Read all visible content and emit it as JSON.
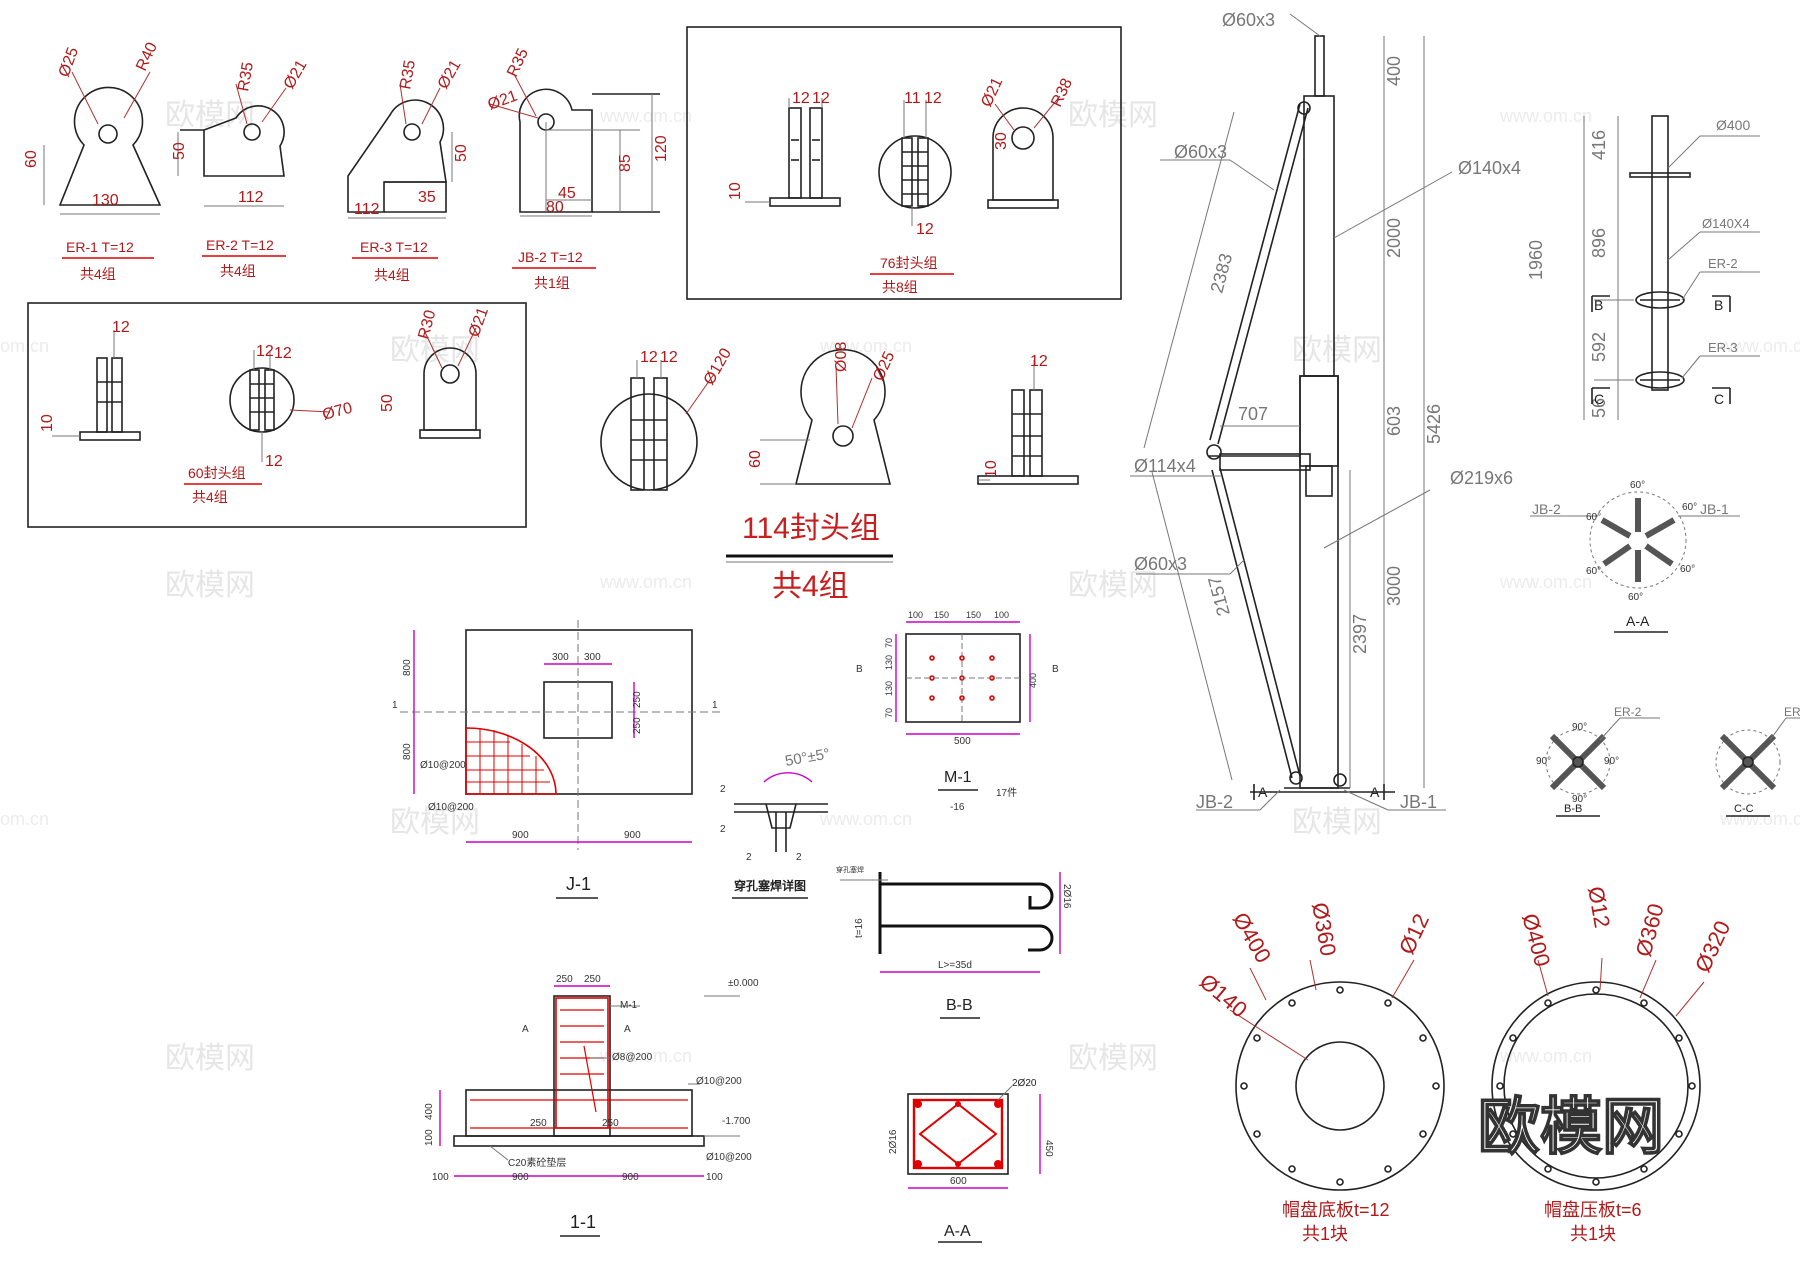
{
  "watermark": {
    "logo": "欧模网",
    "url": "www.om.cn",
    "url_partial": "om.cn",
    "big_logo": "欧模网"
  },
  "lugs": {
    "er1": {
      "d": "Ø25",
      "r": "R40",
      "h": "60",
      "w": "130",
      "title": "ER-1  T=12",
      "qty": "共4组"
    },
    "er2": {
      "r": "R35",
      "d": "Ø21",
      "h": "50",
      "w": "112",
      "title": "ER-2  T=12",
      "qty": "共4组"
    },
    "er3": {
      "r": "R35",
      "d": "Ø21",
      "h": "50",
      "w": "112",
      "w2": "35",
      "title": "ER-3  T=12",
      "qty": "共4组"
    },
    "jb2": {
      "r": "R35",
      "d": "Ø21",
      "h1": "85",
      "h2": "120",
      "w1": "45",
      "w2": "80",
      "title": "JB-2  T=12",
      "qty": "共1组"
    }
  },
  "cap76": {
    "d1": "12",
    "d2": "12",
    "d3": "11",
    "d4": "12",
    "d5": "12",
    "base": "10",
    "phi": "Ø21",
    "r": "R38",
    "h": "30",
    "title": "76封头组",
    "qty": "共8组"
  },
  "cap60": {
    "t1": "12",
    "base": "10",
    "t2": "12",
    "t3": "12",
    "circ": "Ø70",
    "bot": "12",
    "r": "R30",
    "phi": "Ø21",
    "h": "50",
    "title": "60封头组",
    "qty": "共4组"
  },
  "cap114": {
    "d1": "12",
    "d2": "12",
    "circ": "Ø120",
    "top": "Ø08",
    "phi": "Ø25",
    "h": "60",
    "t": "12",
    "base": "10",
    "title": "114封头组",
    "qty": "共4组"
  },
  "pole": {
    "top_pipe": "Ø60x3",
    "dims": [
      "400",
      "2000",
      "5426",
      "603",
      "3000",
      "2397"
    ],
    "brace_upper": "2383",
    "brace_lower": "2157",
    "arm": "707",
    "labels": {
      "b1": "Ø60x3",
      "p1": "Ø140x4",
      "p2": "Ø114x4",
      "p3": "Ø219x6",
      "b2": "Ø60x3"
    },
    "sec": "A",
    "jb2": "JB-2",
    "jb1": "JB-1"
  },
  "mast": {
    "plate": "Ø400",
    "pipe": "Ø140X4",
    "er2": "ER-2",
    "er3": "ER-3",
    "dims": [
      "416",
      "896",
      "592",
      "56"
    ],
    "total": "1960",
    "secB": "B",
    "secC": "C"
  },
  "sectionAA": {
    "title": "A-A",
    "jb2": "JB-2",
    "jb1": "JB-1",
    "ang": "60°"
  },
  "sectionBB": {
    "title": "B-B",
    "lbl": "ER-2",
    "ang": "90°"
  },
  "sectionCC": {
    "title": "C-C",
    "lbl": "ER-"
  },
  "plateBottom": {
    "d140": "Ø140",
    "d400": "Ø400",
    "d360": "Ø360",
    "d12": "Ø12",
    "title": "帽盘底板t=12",
    "qty": "共1块"
  },
  "platePress": {
    "d400": "Ø400",
    "d12": "Ø12",
    "d360": "Ø360",
    "d320": "Ø320",
    "title": "帽盘压板t=6",
    "qty": "共1块"
  },
  "footingPlan": {
    "d300a": "300",
    "d300b": "300",
    "d250a": "250",
    "d250b": "250",
    "h800a": "800",
    "h800b": "800",
    "w900a": "900",
    "w900b": "900",
    "bar1": "Ø10@200",
    "bar2": "Ø10@200",
    "cut": "1",
    "title": "J-1"
  },
  "weld": {
    "ang": "50°±5°",
    "d2": "2",
    "title": "穿孔塞焊详图"
  },
  "plateM1": {
    "d100a": "100",
    "d150a": "150",
    "d150b": "150",
    "d100b": "100",
    "v70": "70",
    "v130a": "130",
    "v130b": "130",
    "v70b": "70",
    "h400": "400",
    "w500": "500",
    "cut": "B",
    "title": "M-1",
    "sub": "-16",
    "qty": "17件"
  },
  "anchorBB": {
    "lbl": "穿孔塞焊",
    "t": "t=16",
    "d16": "2Ø16",
    "len": "L>=35d",
    "title": "B-B"
  },
  "footingSec": {
    "w250a": "250",
    "w250b": "250",
    "m1": "M-1",
    "secA": "A",
    "stir": "Ø8@200",
    "bar": "Ø10@200",
    "bar2": "Ø10@200",
    "elev0": "±0.000",
    "elev1": "-1.700",
    "h400": "400",
    "h100": "100",
    "b250a": "250",
    "b250b": "250",
    "cushion": "C20素砼垫层",
    "w100a": "100",
    "w900a": "900",
    "w900b": "900",
    "w100b": "100",
    "title": "1-1"
  },
  "colAA": {
    "top": "2Ø20",
    "side": "2Ø16",
    "w": "600",
    "h": "450",
    "title": "A-A"
  }
}
